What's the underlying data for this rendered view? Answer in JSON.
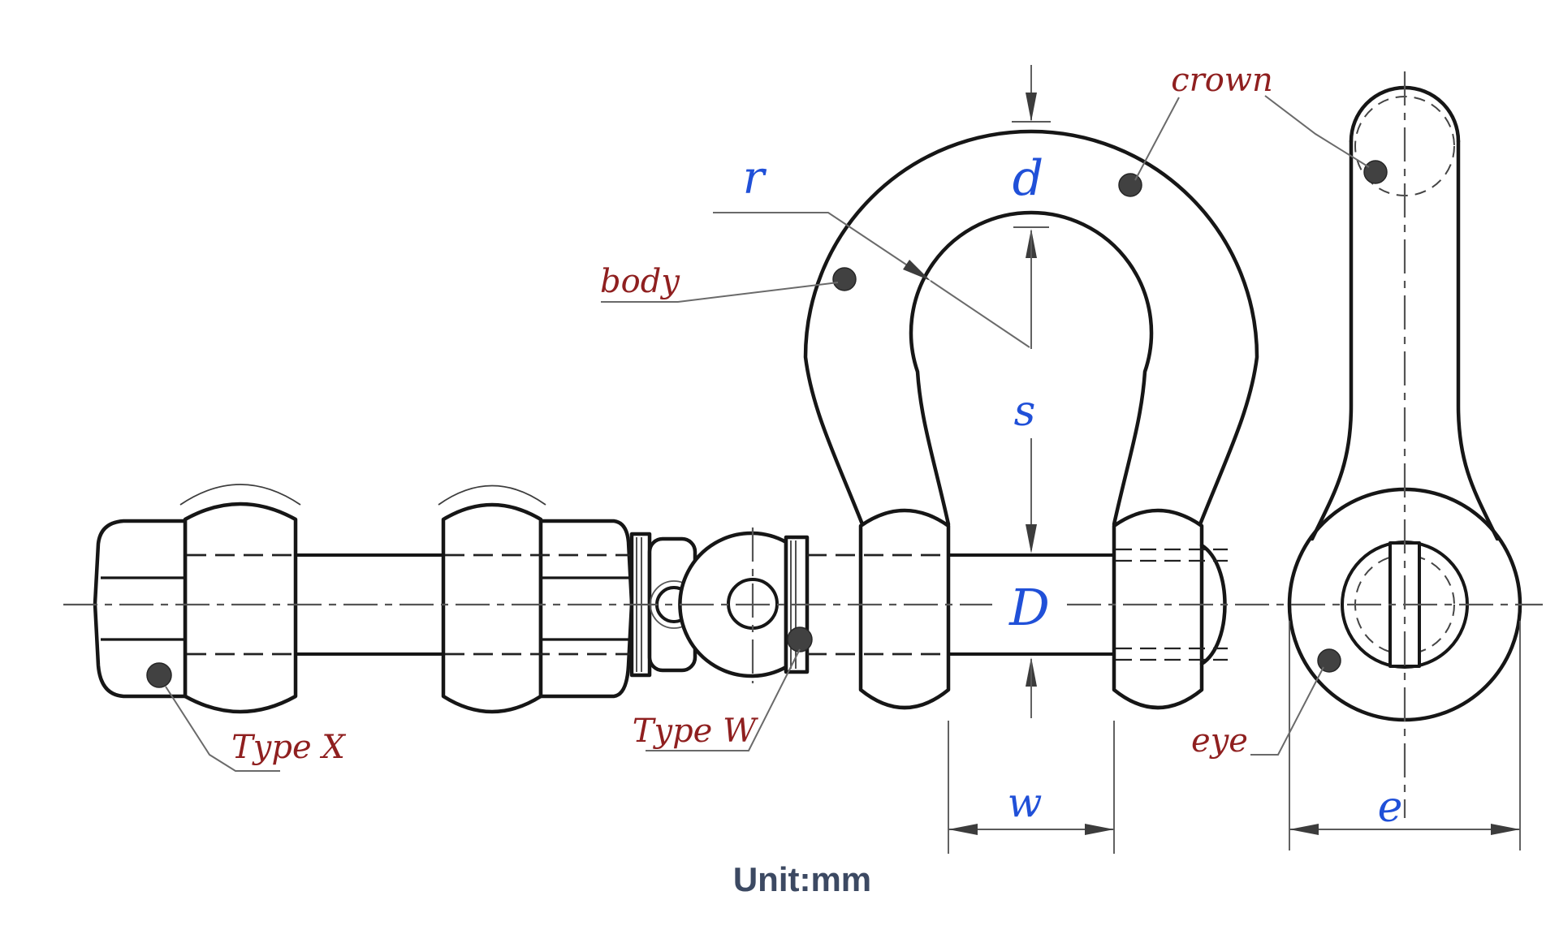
{
  "diagram": {
    "type": "engineering-drawing",
    "subject": "bow shackle with screw pin and bolt assembly, three orthographic views",
    "unit_note": "Unit:mm",
    "part_labels": {
      "crown": "crown",
      "body": "body",
      "eye": "eye",
      "type_x": "Type X",
      "type_w": "Type W"
    },
    "dimension_labels": {
      "r": "r",
      "d": "d",
      "s": "s",
      "D": "D",
      "w": "w",
      "e": "e"
    },
    "colors": {
      "part_label": "#8f1f1f",
      "dimension_label": "#2050d8",
      "outline": "#161616",
      "leader": "#6a6a6a",
      "leader_dot": "#414141",
      "unit_text": "#3c4962",
      "background": "#ffffff"
    },
    "icons": {
      "leader_dot": "filled-circle-marker",
      "dimension_arrow": "slim-triangle-arrowhead"
    }
  }
}
